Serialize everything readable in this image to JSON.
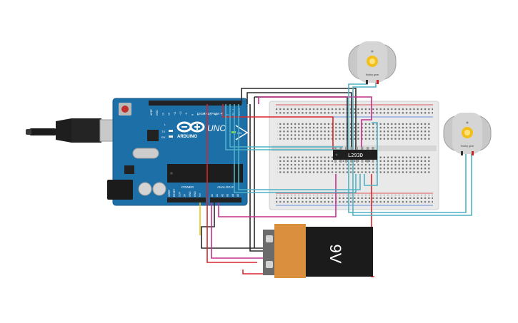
{
  "arduino": {
    "logo_text": "ARDUINO",
    "model_text": "UNO",
    "digital_label": "DIGITAL (PWM ~)",
    "power_label": "POWER",
    "analog_label": "ANALOG IN",
    "tx_label": "TX",
    "rx_label": "RX",
    "on_label": "ON",
    "l_label": "L",
    "pin_labels_top": [
      "AREF",
      "GND",
      "13",
      "12",
      "~11",
      "~10",
      "~9",
      "8",
      "7",
      "~6",
      "~5",
      "4",
      "~3",
      "2",
      "TX→1",
      "RX←0"
    ],
    "pin_labels_power": [
      "IOREF",
      "RESET",
      "3.3V",
      "5V",
      "GND",
      "GND",
      "Vin"
    ],
    "pin_labels_analog": [
      "A0",
      "A1",
      "A2",
      "A3",
      "A4",
      "A5"
    ]
  },
  "driver_chip": {
    "label": "L293D"
  },
  "battery": {
    "label": "9V"
  },
  "motors": [
    {
      "label": "Hobby gear"
    },
    {
      "label": "Hobby gear"
    }
  ],
  "colors": {
    "board_blue": "#1d6fa8",
    "wire_red": "#d8262b",
    "wire_black": "#2a2a2a",
    "wire_magenta": "#c0308a",
    "wire_cyan": "#4fb2c6",
    "wire_yellow": "#e8c21b",
    "battery_orange": "#d98f3d"
  }
}
